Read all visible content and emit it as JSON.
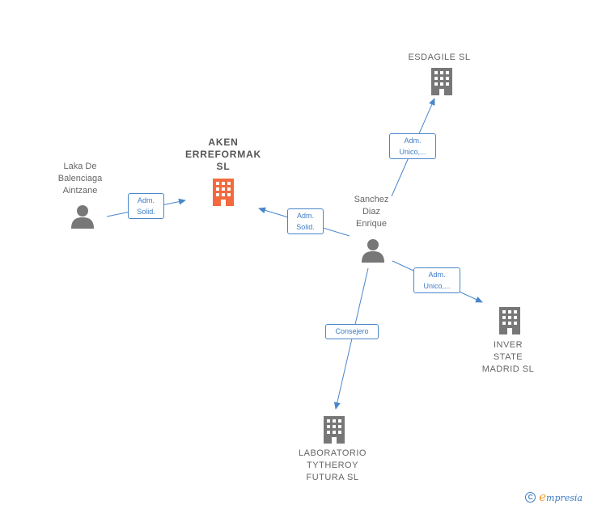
{
  "nodes": {
    "laka": {
      "label": "Laka De\nBalenciaga\nAintzane",
      "icon": "person-icon"
    },
    "aken": {
      "label": "AKEN\nERREFORMAK\nSL",
      "icon": "building-icon",
      "color": "#f26a3d"
    },
    "esdagile": {
      "label": "ESDAGILE  SL",
      "icon": "building-icon"
    },
    "sanchez": {
      "label": "Sanchez\nDiaz\nEnrique",
      "icon": "person-icon"
    },
    "inver": {
      "label": "INVER\nSTATE\nMADRID  SL",
      "icon": "building-icon"
    },
    "laboratorio": {
      "label": "LABORATORIO\nTYTHEROY\nFUTURA  SL",
      "icon": "building-icon"
    }
  },
  "edges": {
    "laka_aken": "Adm.\nSolid.",
    "sanchez_aken": "Adm.\nSolid.",
    "sanchez_esdagile": "Adm.\nUnico,...",
    "sanchez_inver": "Adm.\nUnico,...",
    "sanchez_laboratorio": "Consejero"
  },
  "colors": {
    "edge": "#4a86c8",
    "icon": "#777777",
    "main_company": "#f26a3d"
  },
  "footer": {
    "copyright_symbol": "C",
    "brand_initial": "e",
    "brand_rest": "mpresia"
  }
}
